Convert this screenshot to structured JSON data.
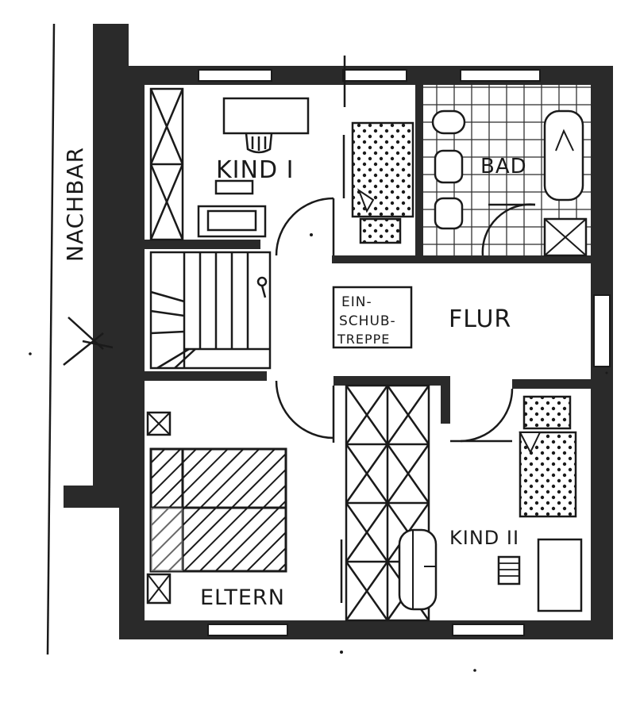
{
  "floor_plan": {
    "neighbor_label": "NACHBAR",
    "rooms": {
      "kind1": "KIND I",
      "bad": "BAD",
      "flur": "FLUR",
      "eltern": "ELTERN",
      "kind2": "KIND II"
    },
    "einschubtreppe": [
      "EIN-",
      "SCHUB-",
      "TREPPE"
    ]
  },
  "colors": {
    "ink": "#1a1a1a",
    "wall": "#2a2a2a",
    "paper": "#ffffff"
  }
}
